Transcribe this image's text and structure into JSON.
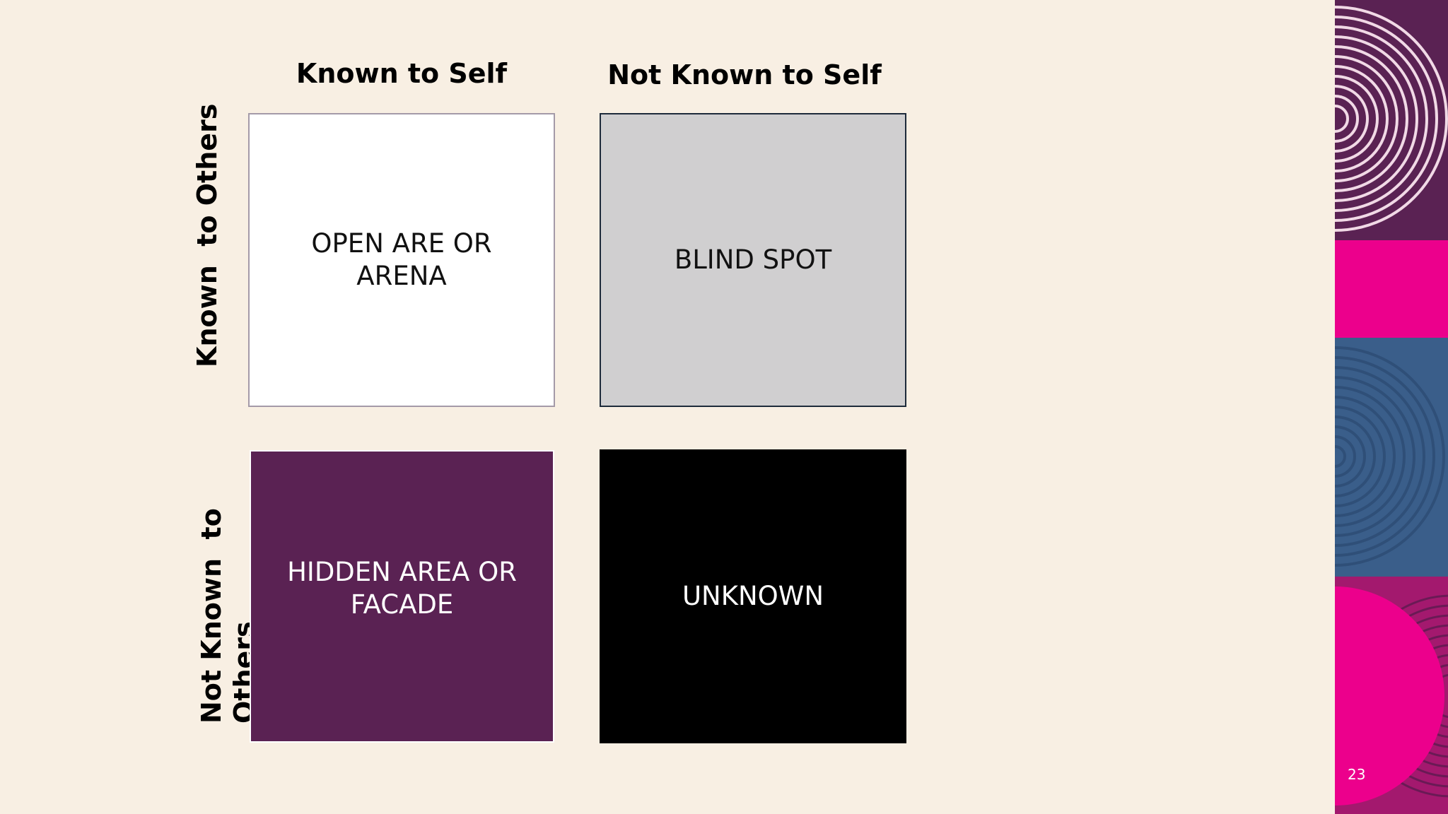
{
  "columns": {
    "left": "Known to Self",
    "right": "Not Known to Self"
  },
  "rows": {
    "top": "Known  to Others",
    "bottom_line1": "Not Known  to",
    "bottom_line2": "Others"
  },
  "quadrants": {
    "open": "OPEN ARE OR ARENA",
    "blind": "BLIND SPOT",
    "hidden_line1": "HIDDEN AREA OR",
    "hidden_line2": "FACADE",
    "unknown": "UNKNOWN"
  },
  "page_number": "23",
  "colors": {
    "background": "#f8efe3",
    "plum": "#5a2253",
    "magenta": "#ec008c",
    "steel_blue": "#3a5e8a",
    "gray": "#d0cfd0"
  }
}
